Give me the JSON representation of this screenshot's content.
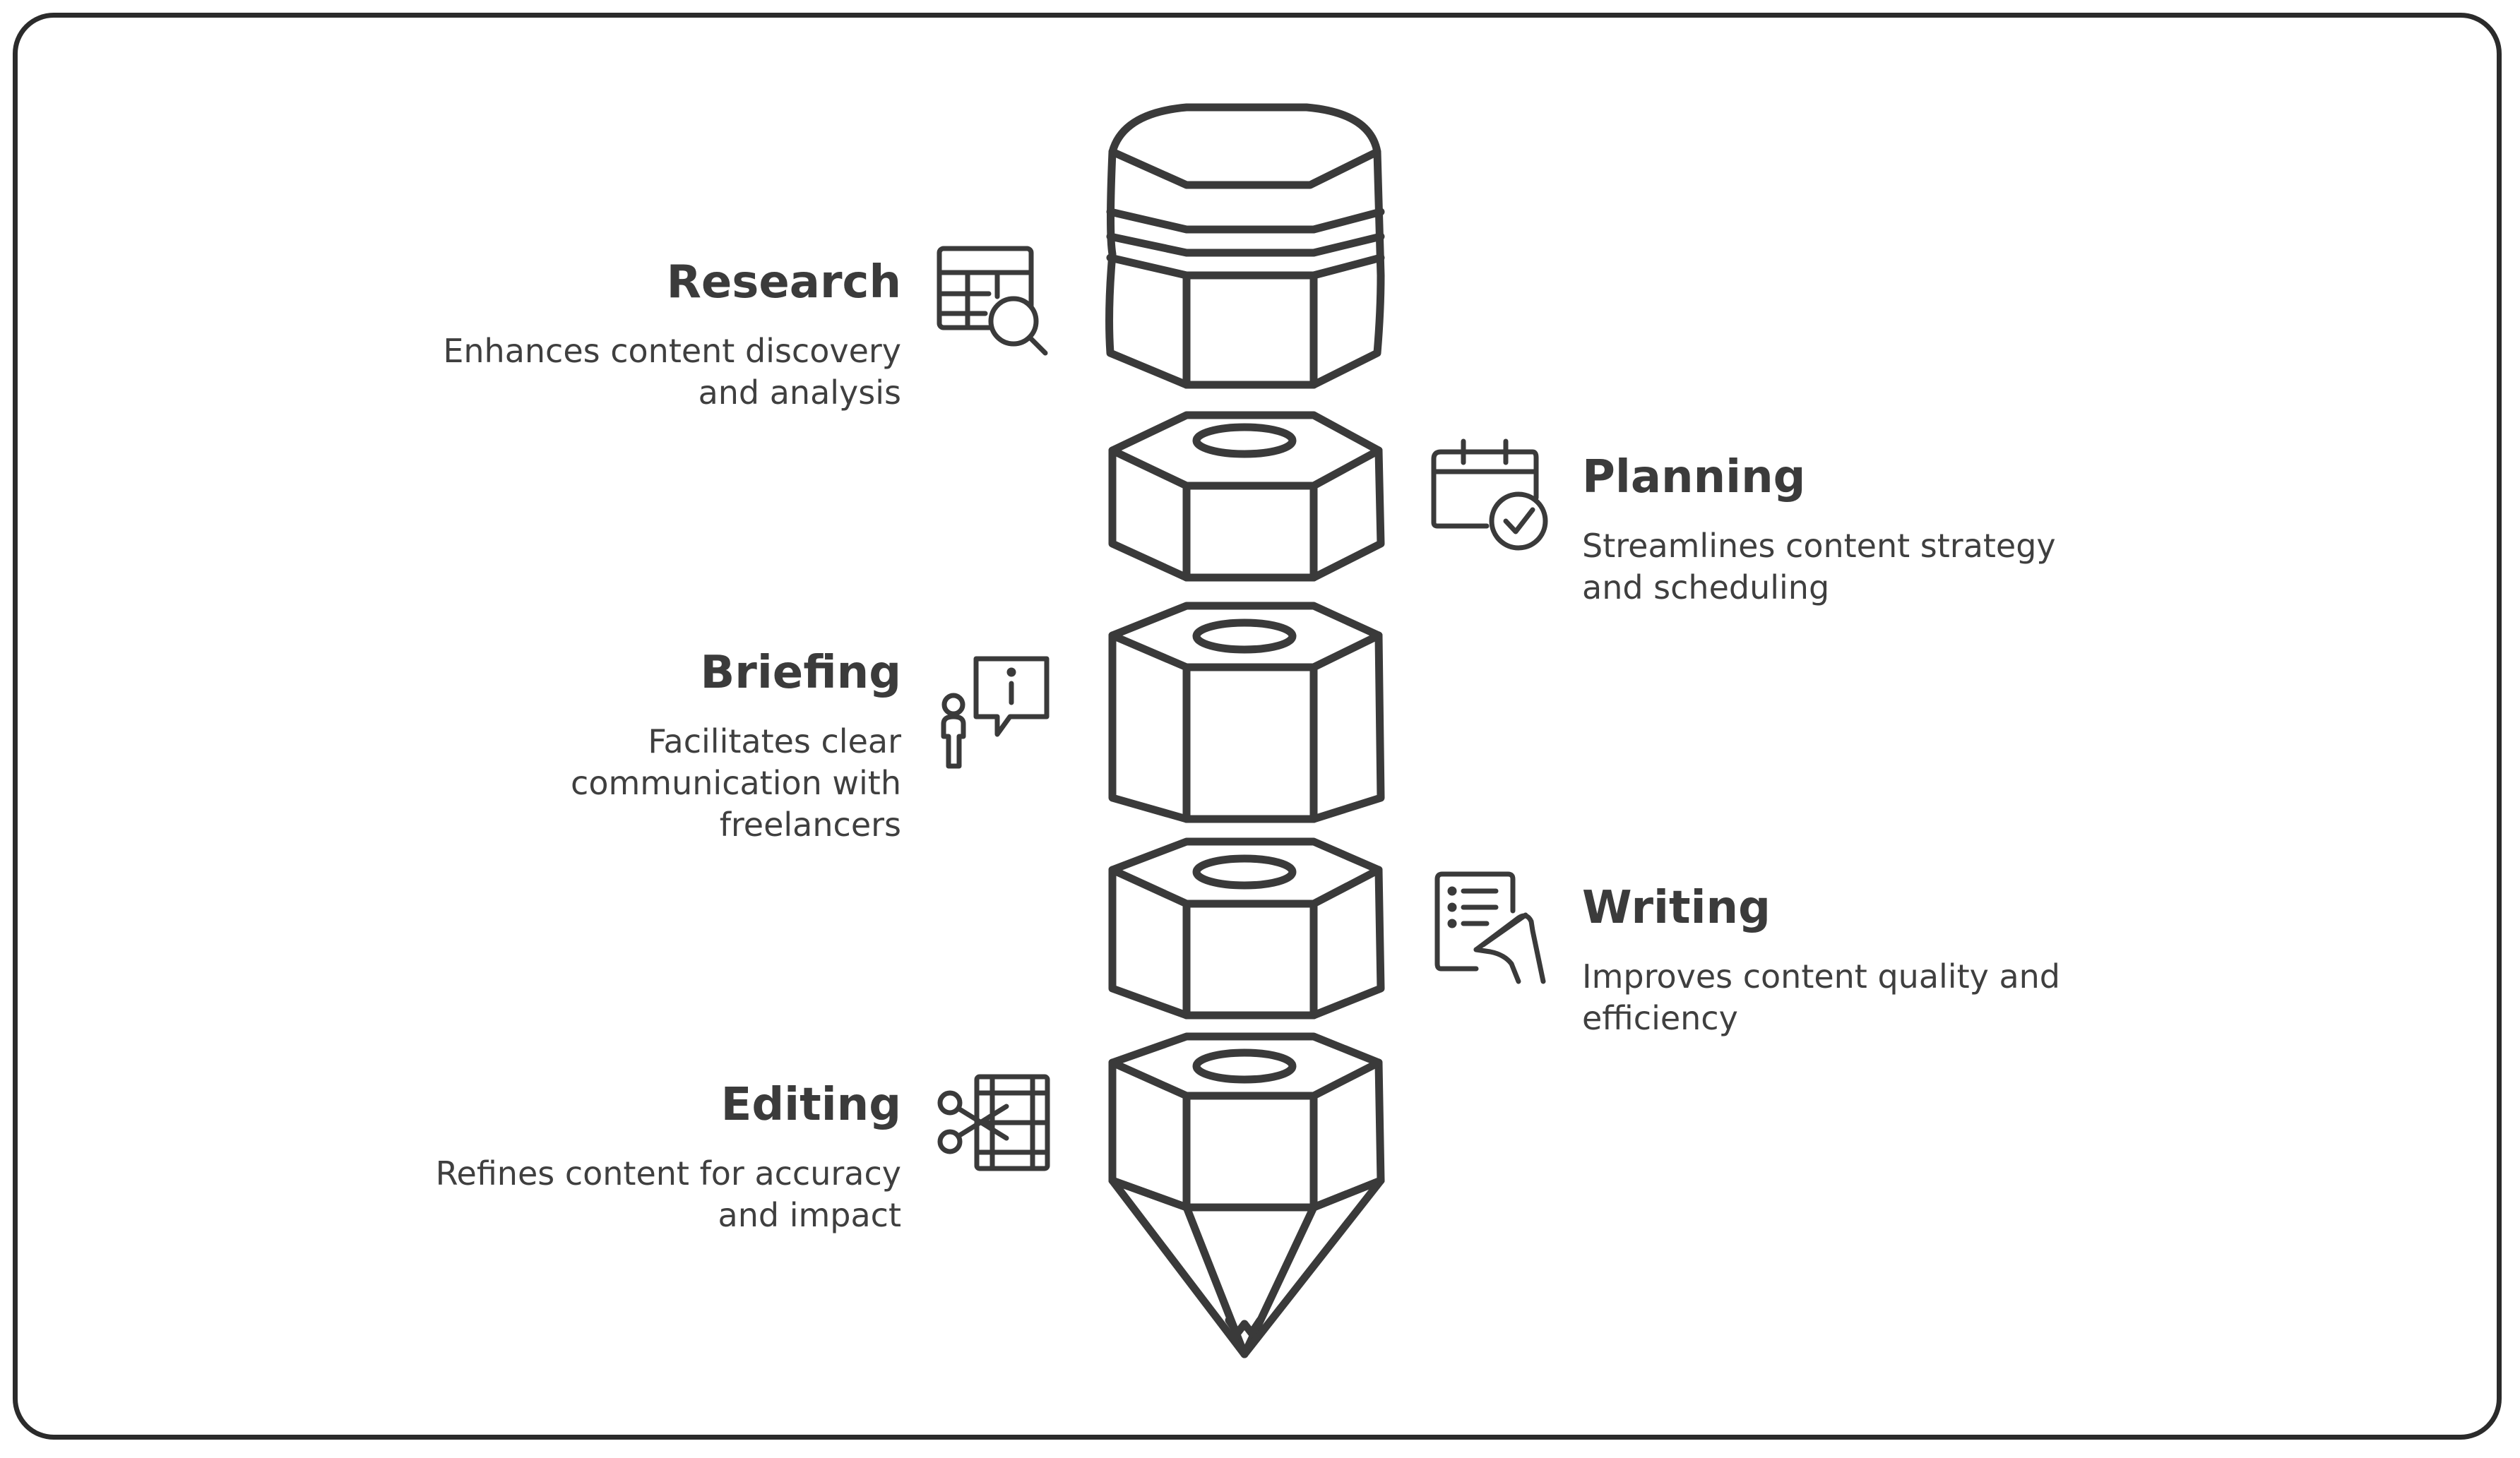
{
  "steps": {
    "research": {
      "title": "Research",
      "description": "Enhances content discovery and analysis",
      "icon": "table-search-icon"
    },
    "planning": {
      "title": "Planning",
      "description": "Streamlines content strategy and scheduling",
      "icon": "calendar-check-icon"
    },
    "briefing": {
      "title": "Briefing",
      "description": "Facilitates clear communication with freelancers",
      "icon": "person-info-bubble-icon"
    },
    "writing": {
      "title": "Writing",
      "description": "Improves content quality and efficiency",
      "icon": "document-pen-icon"
    },
    "editing": {
      "title": "Editing",
      "description": "Refines content for accuracy and impact",
      "icon": "scissors-film-icon"
    }
  },
  "colors": {
    "stroke": "#3a3a3a",
    "text": "#3b3b3b",
    "frame": "#2b2b2b",
    "background": "#ffffff"
  }
}
